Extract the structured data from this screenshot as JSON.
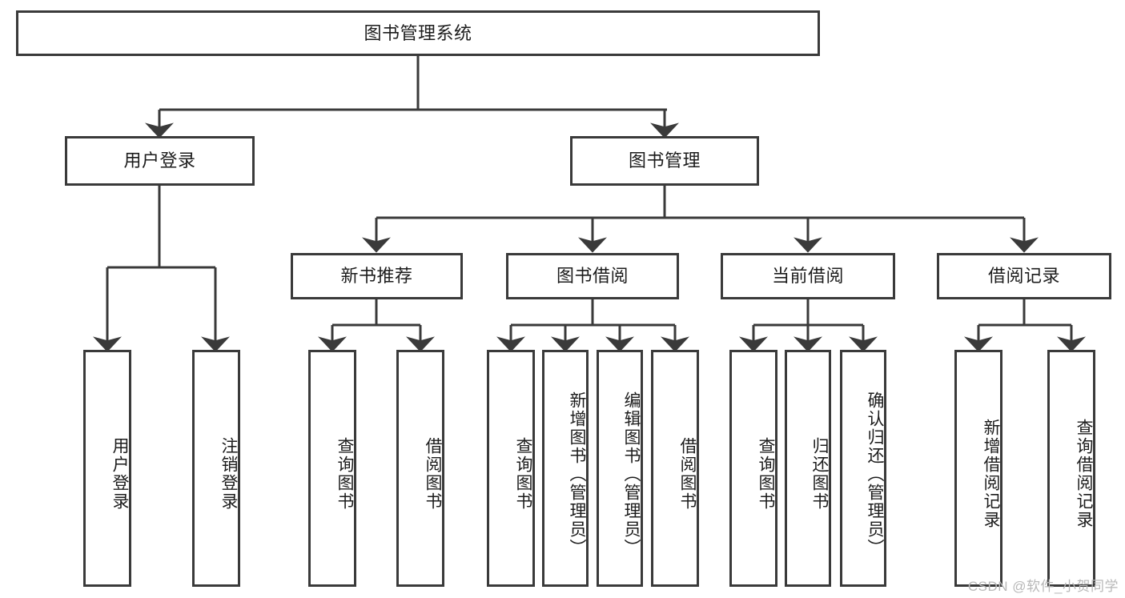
{
  "diagram": {
    "title": "图书管理系统",
    "watermark": "CSDN @软件_小贺同学",
    "style": {
      "border_color": "#3a3a3a",
      "box_fill": "#ffffff",
      "text_color": "#1c1c1c",
      "watermark_color": "#b8b8b8",
      "background": "#ffffff"
    },
    "nodes": {
      "root": {
        "label": "图书管理系统"
      },
      "level2": [
        {
          "id": "user-login",
          "label": "用户登录"
        },
        {
          "id": "book-manage",
          "label": "图书管理"
        }
      ],
      "level3": [
        {
          "id": "new-book-recommend",
          "label": "新书推荐"
        },
        {
          "id": "book-borrow",
          "label": "图书借阅"
        },
        {
          "id": "current-borrow",
          "label": "当前借阅"
        },
        {
          "id": "borrow-record",
          "label": "借阅记录"
        }
      ],
      "leaves": {
        "user_login": [
          {
            "id": "leaf-user-login",
            "label": "用户登录"
          },
          {
            "id": "leaf-logout",
            "label": "注销登录"
          }
        ],
        "new_book_recommend": [
          {
            "id": "leaf-query-book-1",
            "label": "查询图书"
          },
          {
            "id": "leaf-borrow-book-1",
            "label": "借阅图书"
          }
        ],
        "book_borrow": [
          {
            "id": "leaf-query-book-2",
            "label": "查询图书"
          },
          {
            "id": "leaf-add-book",
            "label": "新增图书（管理员）"
          },
          {
            "id": "leaf-edit-book",
            "label": "编辑图书（管理员）"
          },
          {
            "id": "leaf-borrow-book-2",
            "label": "借阅图书"
          }
        ],
        "current_borrow": [
          {
            "id": "leaf-query-book-3",
            "label": "查询图书"
          },
          {
            "id": "leaf-return-book",
            "label": "归还图书"
          },
          {
            "id": "leaf-confirm-return",
            "label": "确认归还（管理员）"
          }
        ],
        "borrow_record": [
          {
            "id": "leaf-add-record",
            "label": "新增借阅记录"
          },
          {
            "id": "leaf-query-record",
            "label": "查询借阅记录"
          }
        ]
      }
    }
  }
}
